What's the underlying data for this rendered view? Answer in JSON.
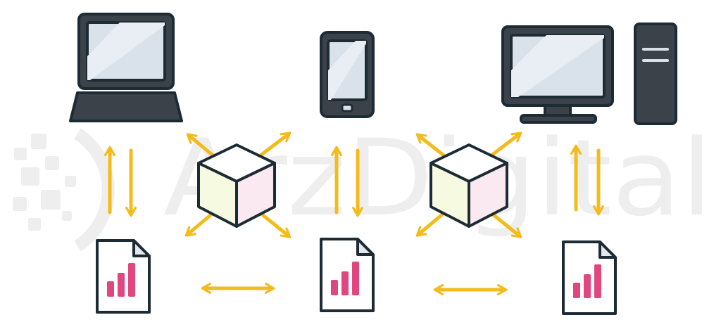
{
  "watermark": {
    "text": "ArzDigital",
    "color": "#eeeeee"
  },
  "colors": {
    "outline": "#1d2b34",
    "device_body": "#3b4249",
    "screen": "#d9e1ea",
    "screen_shine": "#e9eef4",
    "arrow": "#f3bb1b",
    "cube_left": "#f6fae0",
    "cube_right": "#fbe9f1",
    "cube_top": "#ffffff",
    "file_paper": "#ffffff",
    "file_fold": "#e4e8ec",
    "chart_bars": "#e0467f"
  },
  "nodes": {
    "devices": [
      "laptop-icon",
      "smartphone-icon",
      "desktop-monitor-icon",
      "desktop-tower-icon"
    ],
    "nodes": [
      "cube-node-icon",
      "cube-node-icon"
    ],
    "files": [
      "chart-file-icon",
      "chart-file-icon",
      "chart-file-icon"
    ]
  },
  "connections": {
    "device_to_file": "bidirectional",
    "file_to_file": "bidirectional",
    "cube_spokes": 4
  }
}
